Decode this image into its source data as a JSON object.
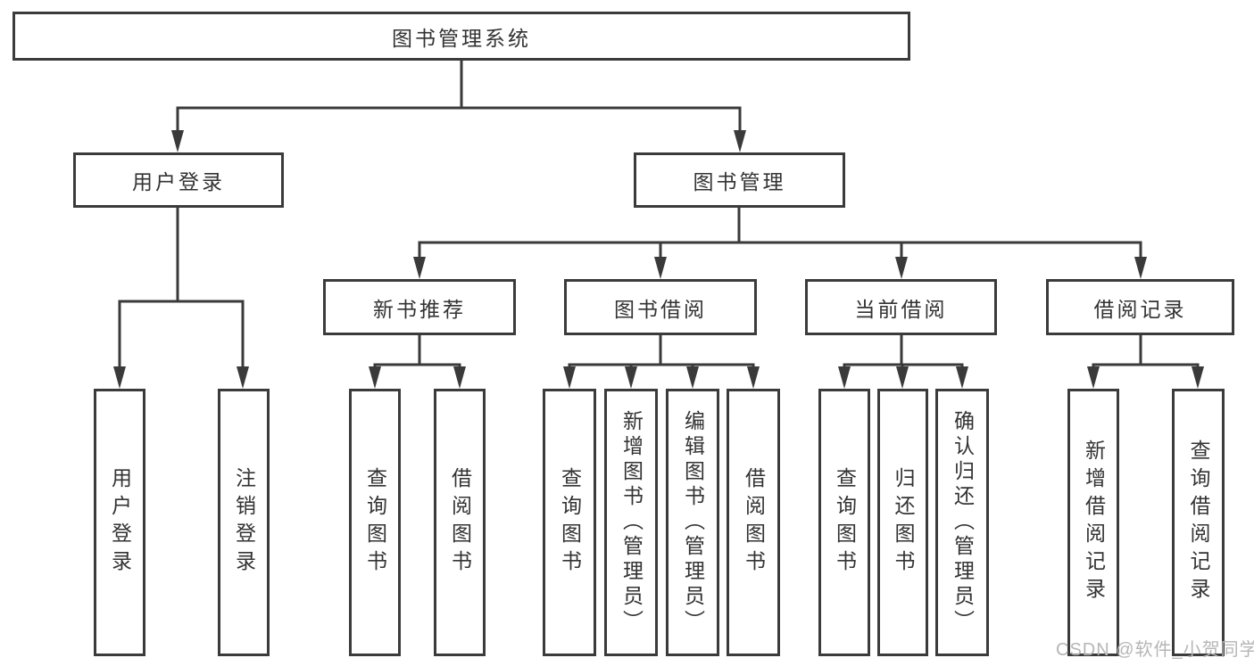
{
  "diagram": {
    "type": "hierarchy-tree",
    "direction": "top-down",
    "colors": {
      "background": "#ffffff",
      "line": "#3a3a3a",
      "box_border": "#3b3b3b",
      "text": "#333333",
      "watermark_text": "#b6b6b6"
    },
    "tree": {
      "label": "图书管理系统",
      "children": [
        {
          "label": "用户登录",
          "children": [
            {
              "label": "用户登录"
            },
            {
              "label": "注销登录"
            }
          ]
        },
        {
          "label": "图书管理",
          "children": [
            {
              "label": "新书推荐",
              "children": [
                {
                  "label": "查询图书"
                },
                {
                  "label": "借阅图书"
                }
              ]
            },
            {
              "label": "图书借阅",
              "children": [
                {
                  "label": "查询图书"
                },
                {
                  "label": "新增图书（管理员）"
                },
                {
                  "label": "编辑图书（管理员）"
                },
                {
                  "label": "借阅图书"
                }
              ]
            },
            {
              "label": "当前借阅",
              "children": [
                {
                  "label": "查询图书"
                },
                {
                  "label": "归还图书"
                },
                {
                  "label": "确认归还（管理员）"
                }
              ]
            },
            {
              "label": "借阅记录",
              "children": [
                {
                  "label": "新增借阅记录"
                },
                {
                  "label": "查询借阅记录"
                }
              ]
            }
          ]
        }
      ]
    },
    "watermark": {
      "text": "CSDN @软件_小贺同学"
    }
  }
}
